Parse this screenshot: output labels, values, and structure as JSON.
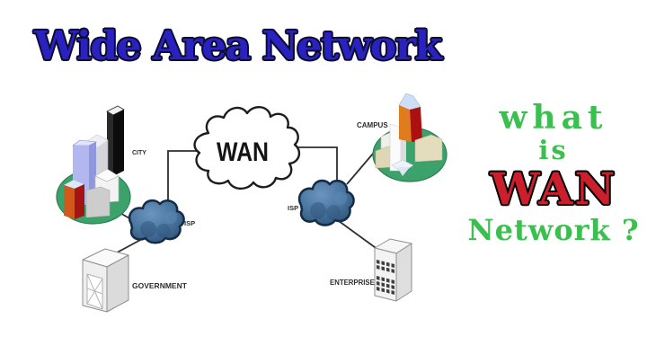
{
  "header": {
    "title": "Wide Area Network"
  },
  "diagram": {
    "wan": {
      "label": "WAN"
    },
    "city": {
      "label": "CITY"
    },
    "campus": {
      "label": "CAMPUS"
    },
    "isp_left": {
      "label": "ISP"
    },
    "isp_right": {
      "label": "ISP"
    },
    "government": {
      "label": "GOVERNMENT"
    },
    "enterprise": {
      "label": "ENTERPRISE"
    }
  },
  "caption": {
    "line1": "what",
    "line2": "is",
    "line3": "WAN",
    "line4": "Network ?"
  },
  "colors": {
    "title_blue": "#2a22c0",
    "title_outline": "#0d0d32",
    "caption_green": "#3ac04f",
    "caption_red": "#cb1f2e",
    "site_ellipse_green": "#3ca26b",
    "isp_cloud_blue": "#47729f",
    "connector_line": "#2e2e2e",
    "background": "#ffffff"
  }
}
